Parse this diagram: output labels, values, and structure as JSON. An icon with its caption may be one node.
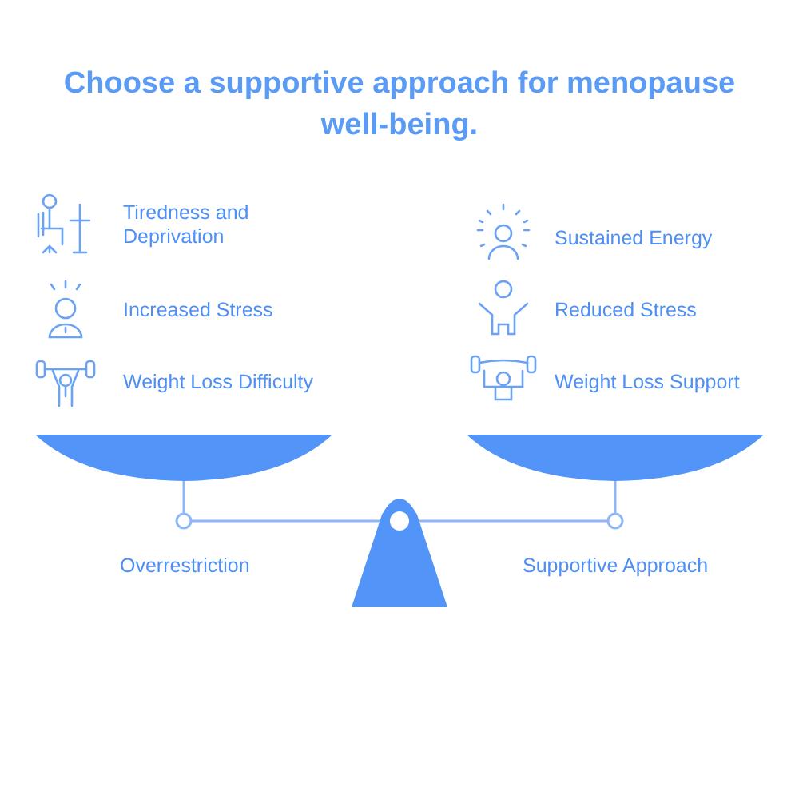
{
  "diagram": {
    "title": "Choose a supportive approach for menopause well-being.",
    "labels": [
      "Tiredness and Deprivation",
      "Sustained Energy",
      "Increased Stress",
      "Reduced Stress",
      "Weight Loss Difficulty",
      "Weight Loss Support",
      "Overrestriction",
      "Supportive Approach"
    ]
  }
}
